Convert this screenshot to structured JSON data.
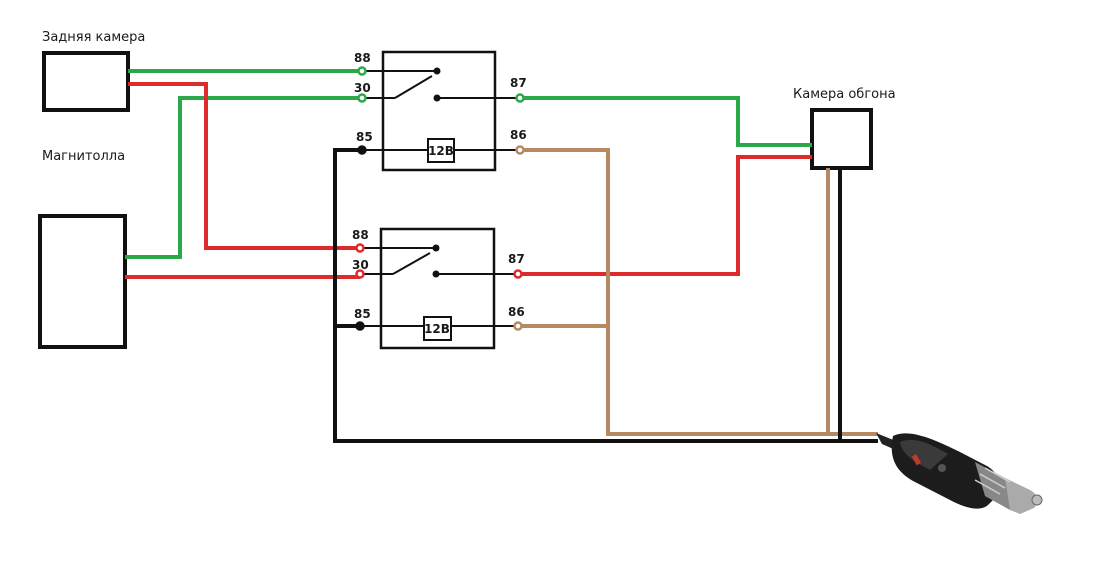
{
  "labels": {
    "rear_camera": "Задняя камера",
    "head_unit": "Магнитолла",
    "overtake_camera": "Камера обгона"
  },
  "relay_top": {
    "pin_88": "88",
    "pin_30": "30",
    "pin_87": "87",
    "pin_85": "85",
    "pin_86": "86",
    "coil": "12В"
  },
  "relay_bottom": {
    "pin_88": "88",
    "pin_30": "30",
    "pin_87": "87",
    "pin_85": "85",
    "pin_86": "86",
    "coil": "12В"
  },
  "wire_colors": {
    "green": "#2aa84a",
    "red": "#dd2a2a",
    "brown": "#b58a63",
    "black": "#111111"
  }
}
